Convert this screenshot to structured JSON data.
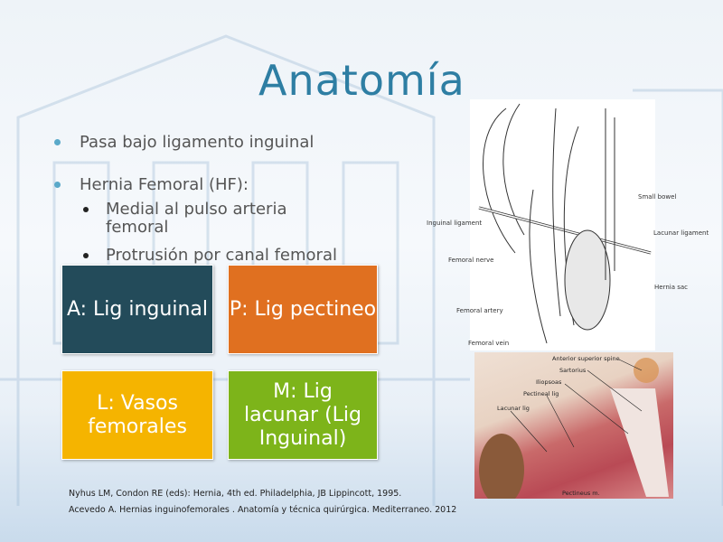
{
  "title": "Anatomía",
  "bullets": [
    {
      "text": "Pasa bajo ligamento inguinal"
    },
    {
      "text": "Hernia Femoral (HF):",
      "sub": [
        "Medial al pulso arteria femoral",
        "Protrusión por canal femoral"
      ]
    }
  ],
  "boxes": [
    {
      "text": "A: Lig inguinal",
      "color": "#234b5a"
    },
    {
      "text": "P: Lig pectineo",
      "color": "#e07020"
    },
    {
      "text": "L: Vasos femorales",
      "color": "#f5b400"
    },
    {
      "text": "M: Lig lacunar (Lig Inguinal)",
      "color": "#7db41a"
    }
  ],
  "diagram_labels": [
    "Small bowel",
    "Inguinal ligament",
    "Lacunar ligament",
    "Femoral nerve",
    "Hernia sac",
    "Femoral artery",
    "Femoral vein"
  ],
  "photo_labels": [
    "Anterior superior spine",
    "Sartorius",
    "Iliopsoas",
    "Pectineal lig",
    "Lacunar lig",
    "Pectineus m."
  ],
  "references": [
    "Nyhus LM, Condon RE (eds): Hernia, 4th ed. Philadelphia, JB Lippincott, 1995.",
    "Acevedo  A. Hernias inguinofemorales . Anatomía y técnica quirúrgica. Mediterraneo. 2012"
  ]
}
